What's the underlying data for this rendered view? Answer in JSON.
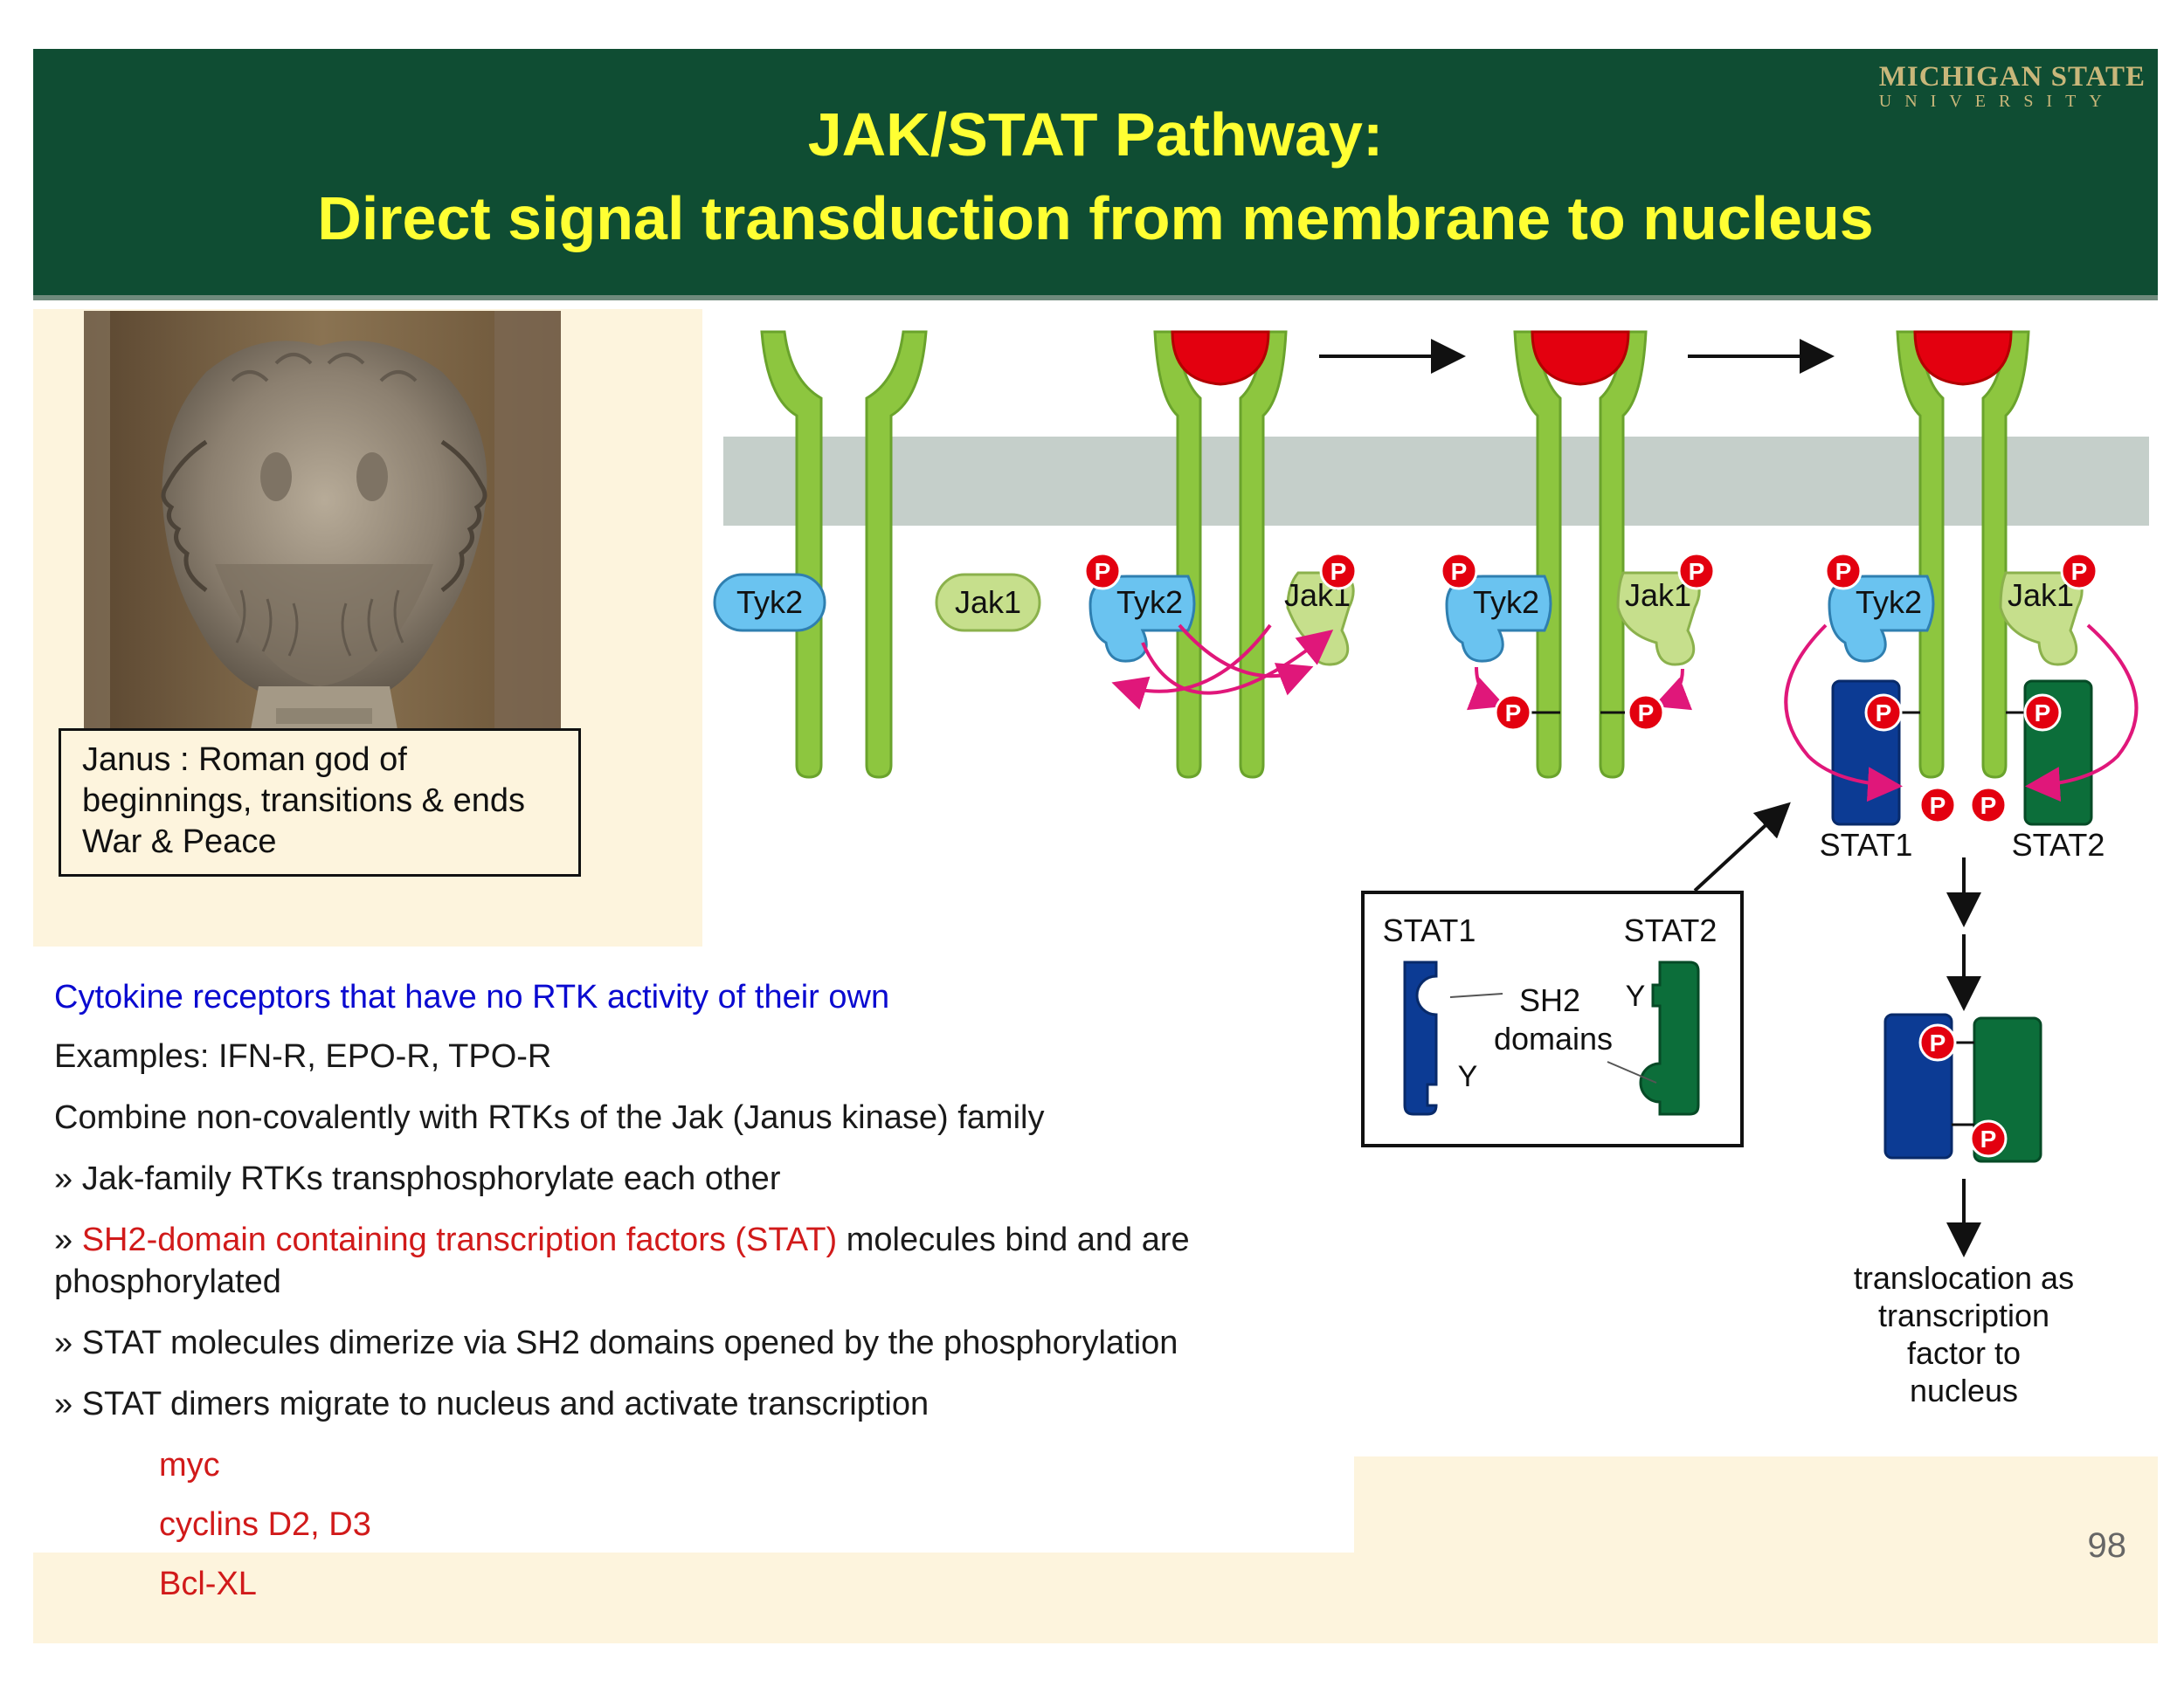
{
  "header": {
    "title_line1": "JAK/STAT Pathway:",
    "title_line2": "Direct signal transduction from membrane to nucleus",
    "logo_line1": "MICHIGAN STATE",
    "logo_line2": "UNIVERSITY",
    "background": "#0f4d33",
    "title_color": "#ffff33"
  },
  "photo": {
    "caption_lines": [
      "Janus : Roman god of",
      "beginnings, transitions & ends",
      "War & Peace"
    ]
  },
  "bullets": {
    "line1": "Cytokine receptors that have no RTK activity of their own",
    "line2": "Examples: IFN-R, EPO-R, TPO-R",
    "line3": "Combine non-covalently with RTKs of the Jak (Janus kinase) family",
    "line4": "» Jak-family RTKs transphosphorylate each other",
    "line5_prefix": "» ",
    "line5_red": "SH2-domain containing transcription factors (STAT)",
    "line5_rest": " molecules bind and are",
    "line5_cont": "phosphorylated",
    "line6": "» STAT molecules dimerize via SH2 domains opened by the phosphorylation",
    "line7": "» STAT dimers migrate to nucleus and activate transcription",
    "targets": [
      "myc",
      "cyclins D2, D3",
      "Bcl-XL"
    ]
  },
  "diagram": {
    "tyk2": "Tyk2",
    "jak1": "Jak1",
    "p": "P",
    "stat1": "STAT1",
    "stat2": "STAT2",
    "sh2_line1": "SH2",
    "sh2_line2": "domains",
    "y": "Y",
    "translocation_lines": [
      "translocation as",
      "transcription",
      "factor to",
      "nucleus"
    ],
    "colors": {
      "receptor": "#8dc63f",
      "ligand": "#e3000f",
      "membrane": "#c5cfca",
      "tyk2": "#6ac3f0",
      "jak1": "#c6df8c",
      "stat1": "#0c3b94",
      "stat2": "#0c6e3a",
      "phospho": "#e3000f",
      "arrow_magenta": "#e0177a"
    }
  },
  "page_number": "98"
}
